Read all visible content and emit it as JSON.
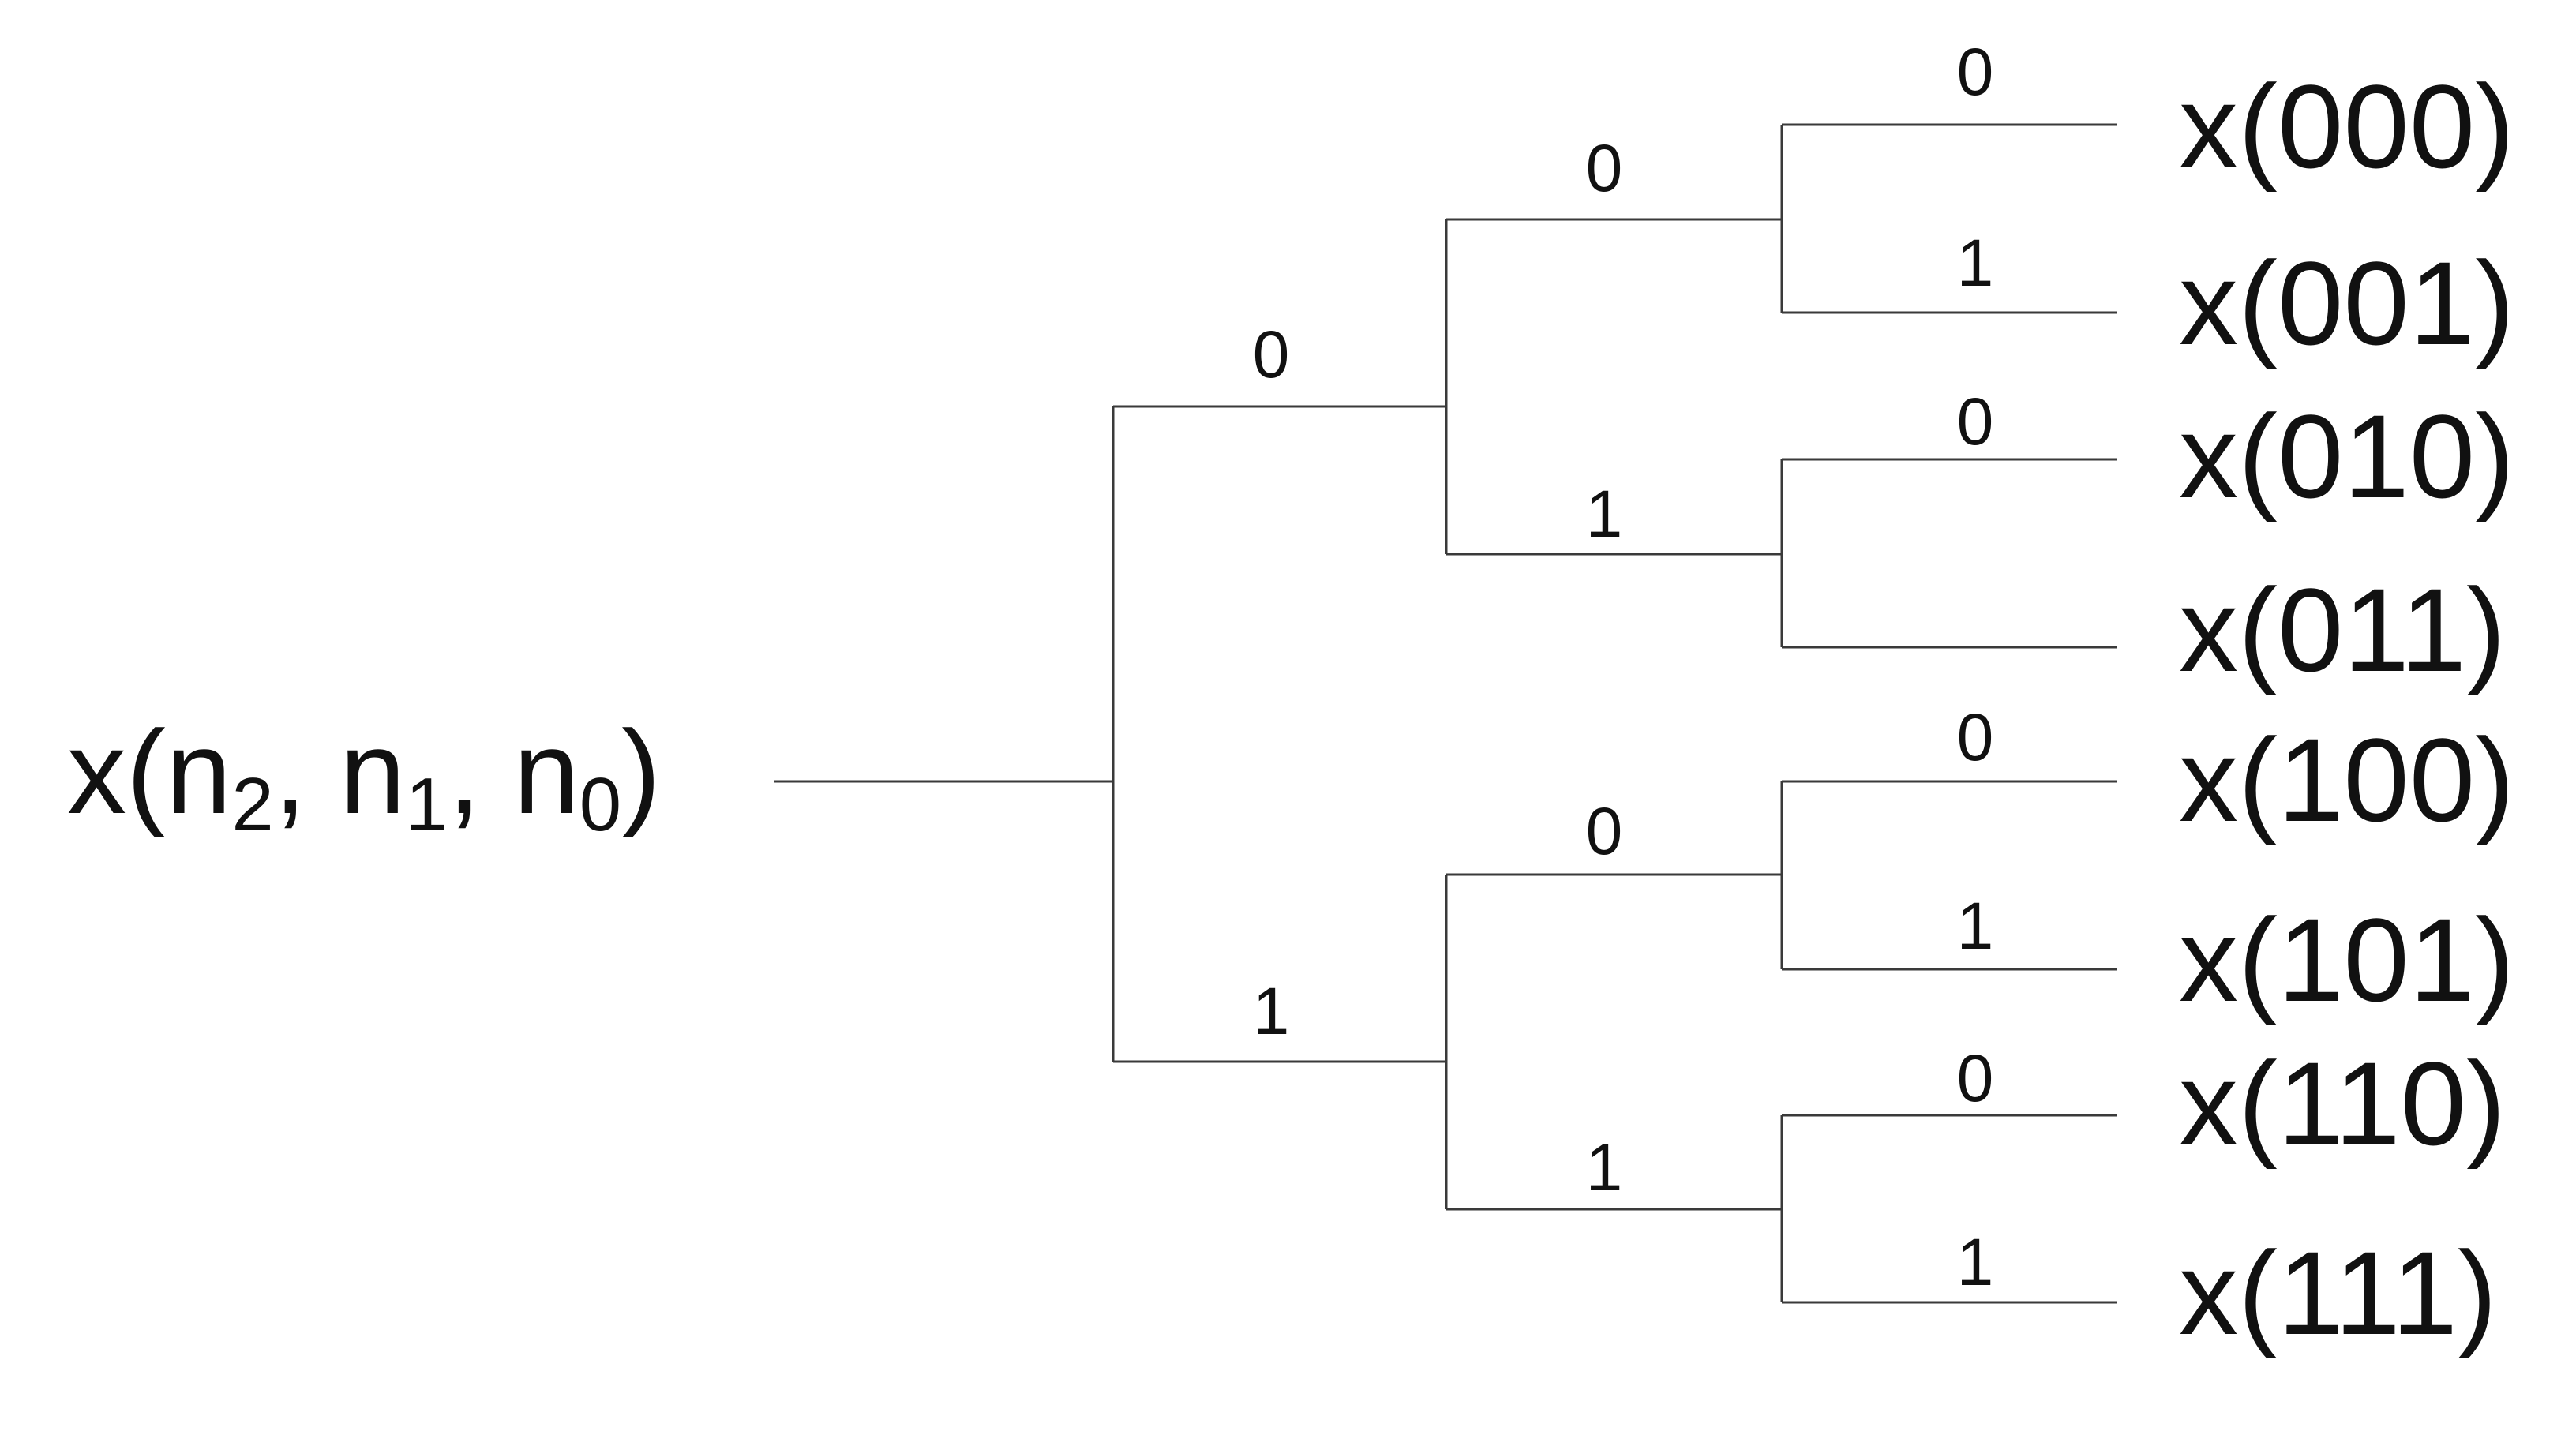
{
  "root": {
    "prefix": "x(",
    "n2": "n",
    "sub2": "2",
    "n1": "n",
    "sub1": "1",
    "n0": "n",
    "sub0": "0",
    "sep": ", ",
    "suffix": ")"
  },
  "level1_bits": [
    "0",
    "1"
  ],
  "level2_bits": [
    "0",
    "1",
    "0",
    "1"
  ],
  "level3_bits": [
    "0",
    "1",
    "0",
    "",
    "0",
    "1",
    "0",
    "1"
  ],
  "leaves": [
    "x(000)",
    "x(001)",
    "x(010)",
    "x(011)",
    "x(100)",
    "x(101)",
    "x(110)",
    "x(111)"
  ]
}
